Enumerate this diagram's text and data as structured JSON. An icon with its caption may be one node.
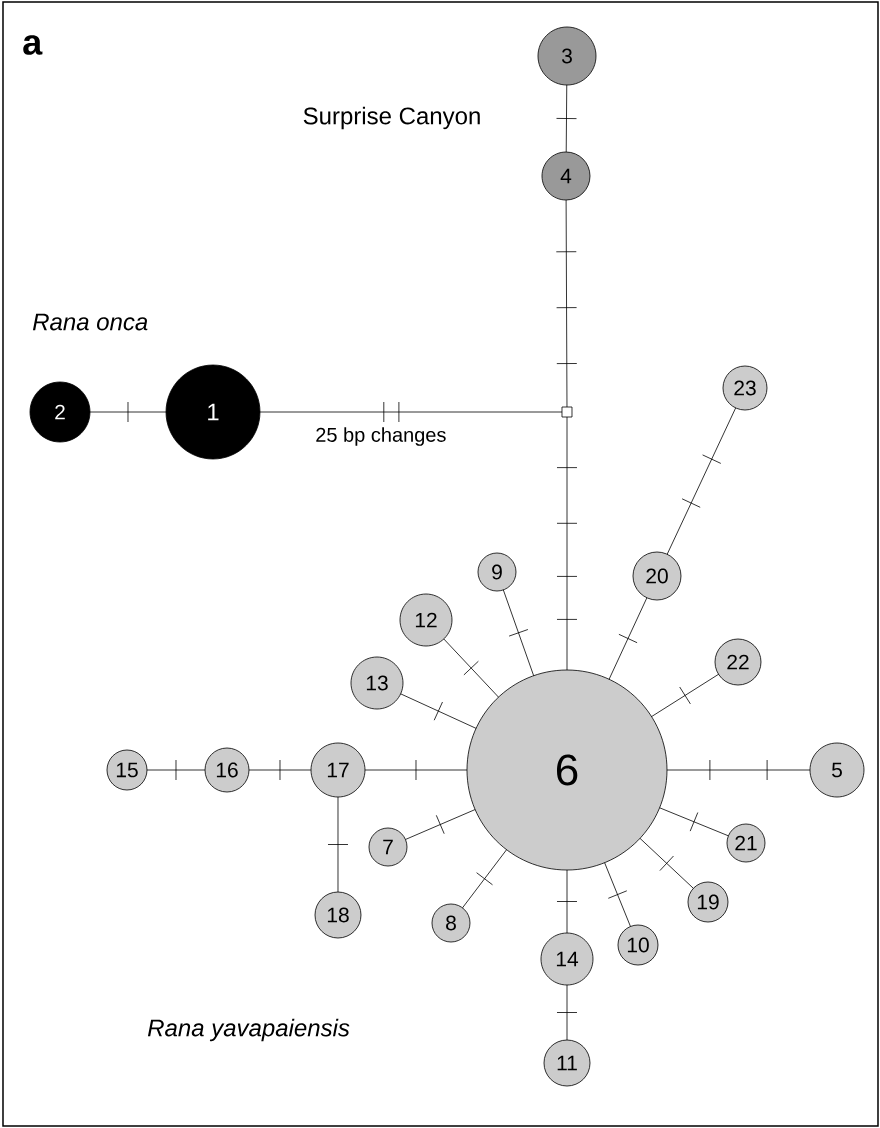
{
  "diagram": {
    "nodes": [
      {
        "text": [
          "1"
        ]
      },
      {
        "text": [
          "2"
        ]
      },
      {
        "text": [
          "3"
        ]
      },
      {
        "text": [
          "4"
        ]
      },
      {
        "text": [
          "5"
        ]
      },
      {
        "text": [
          "6"
        ]
      },
      {
        "text": [
          "7"
        ]
      },
      {
        "text": [
          "8"
        ]
      },
      {
        "text": [
          "9"
        ]
      },
      {
        "text": [
          "10"
        ]
      },
      {
        "text": [
          "11"
        ]
      },
      {
        "text": [
          "12"
        ]
      },
      {
        "text": [
          "13"
        ]
      },
      {
        "text": [
          "14"
        ]
      },
      {
        "text": [
          "15"
        ]
      },
      {
        "text": [
          "16"
        ]
      },
      {
        "text": [
          "17"
        ]
      },
      {
        "text": [
          "18"
        ]
      },
      {
        "text": [
          "19"
        ]
      },
      {
        "text": [
          "20"
        ]
      },
      {
        "text": [
          "21"
        ]
      },
      {
        "text": [
          "22"
        ]
      },
      {
        "text": [
          "23"
        ]
      },
      {
        "text": [],
        "shape": "box"
      }
    ],
    "edges": [
      {
        "from": 1,
        "to": 0,
        "arrow": "none"
      },
      {
        "from": 0,
        "to": 23,
        "arrow": "none",
        "label": "25 bp changes"
      },
      {
        "from": 23,
        "to": 3,
        "arrow": "none"
      },
      {
        "from": 3,
        "to": 2,
        "arrow": "none"
      },
      {
        "from": 23,
        "to": 5,
        "arrow": "none"
      },
      {
        "from": 5,
        "to": 19,
        "arrow": "none"
      },
      {
        "from": 19,
        "to": 22,
        "arrow": "none"
      },
      {
        "from": 5,
        "to": 21,
        "arrow": "none"
      },
      {
        "from": 5,
        "to": 4,
        "arrow": "none"
      },
      {
        "from": 5,
        "to": 20,
        "arrow": "none"
      },
      {
        "from": 5,
        "to": 18,
        "arrow": "none"
      },
      {
        "from": 5,
        "to": 9,
        "arrow": "none"
      },
      {
        "from": 5,
        "to": 13,
        "arrow": "none"
      },
      {
        "from": 13,
        "to": 10,
        "arrow": "none"
      },
      {
        "from": 5,
        "to": 7,
        "arrow": "none"
      },
      {
        "from": 5,
        "to": 6,
        "arrow": "none"
      },
      {
        "from": 5,
        "to": 16,
        "arrow": "none"
      },
      {
        "from": 16,
        "to": 15,
        "arrow": "none"
      },
      {
        "from": 15,
        "to": 14,
        "arrow": "none"
      },
      {
        "from": 16,
        "to": 17,
        "arrow": "none"
      },
      {
        "from": 5,
        "to": 12,
        "arrow": "none"
      },
      {
        "from": 5,
        "to": 11,
        "arrow": "none"
      },
      {
        "from": 5,
        "to": 8,
        "arrow": "none"
      }
    ],
    "labels": [
      "a",
      "Surprise Canyon",
      "Rana onca",
      "Rana yavapaiensis"
    ]
  }
}
